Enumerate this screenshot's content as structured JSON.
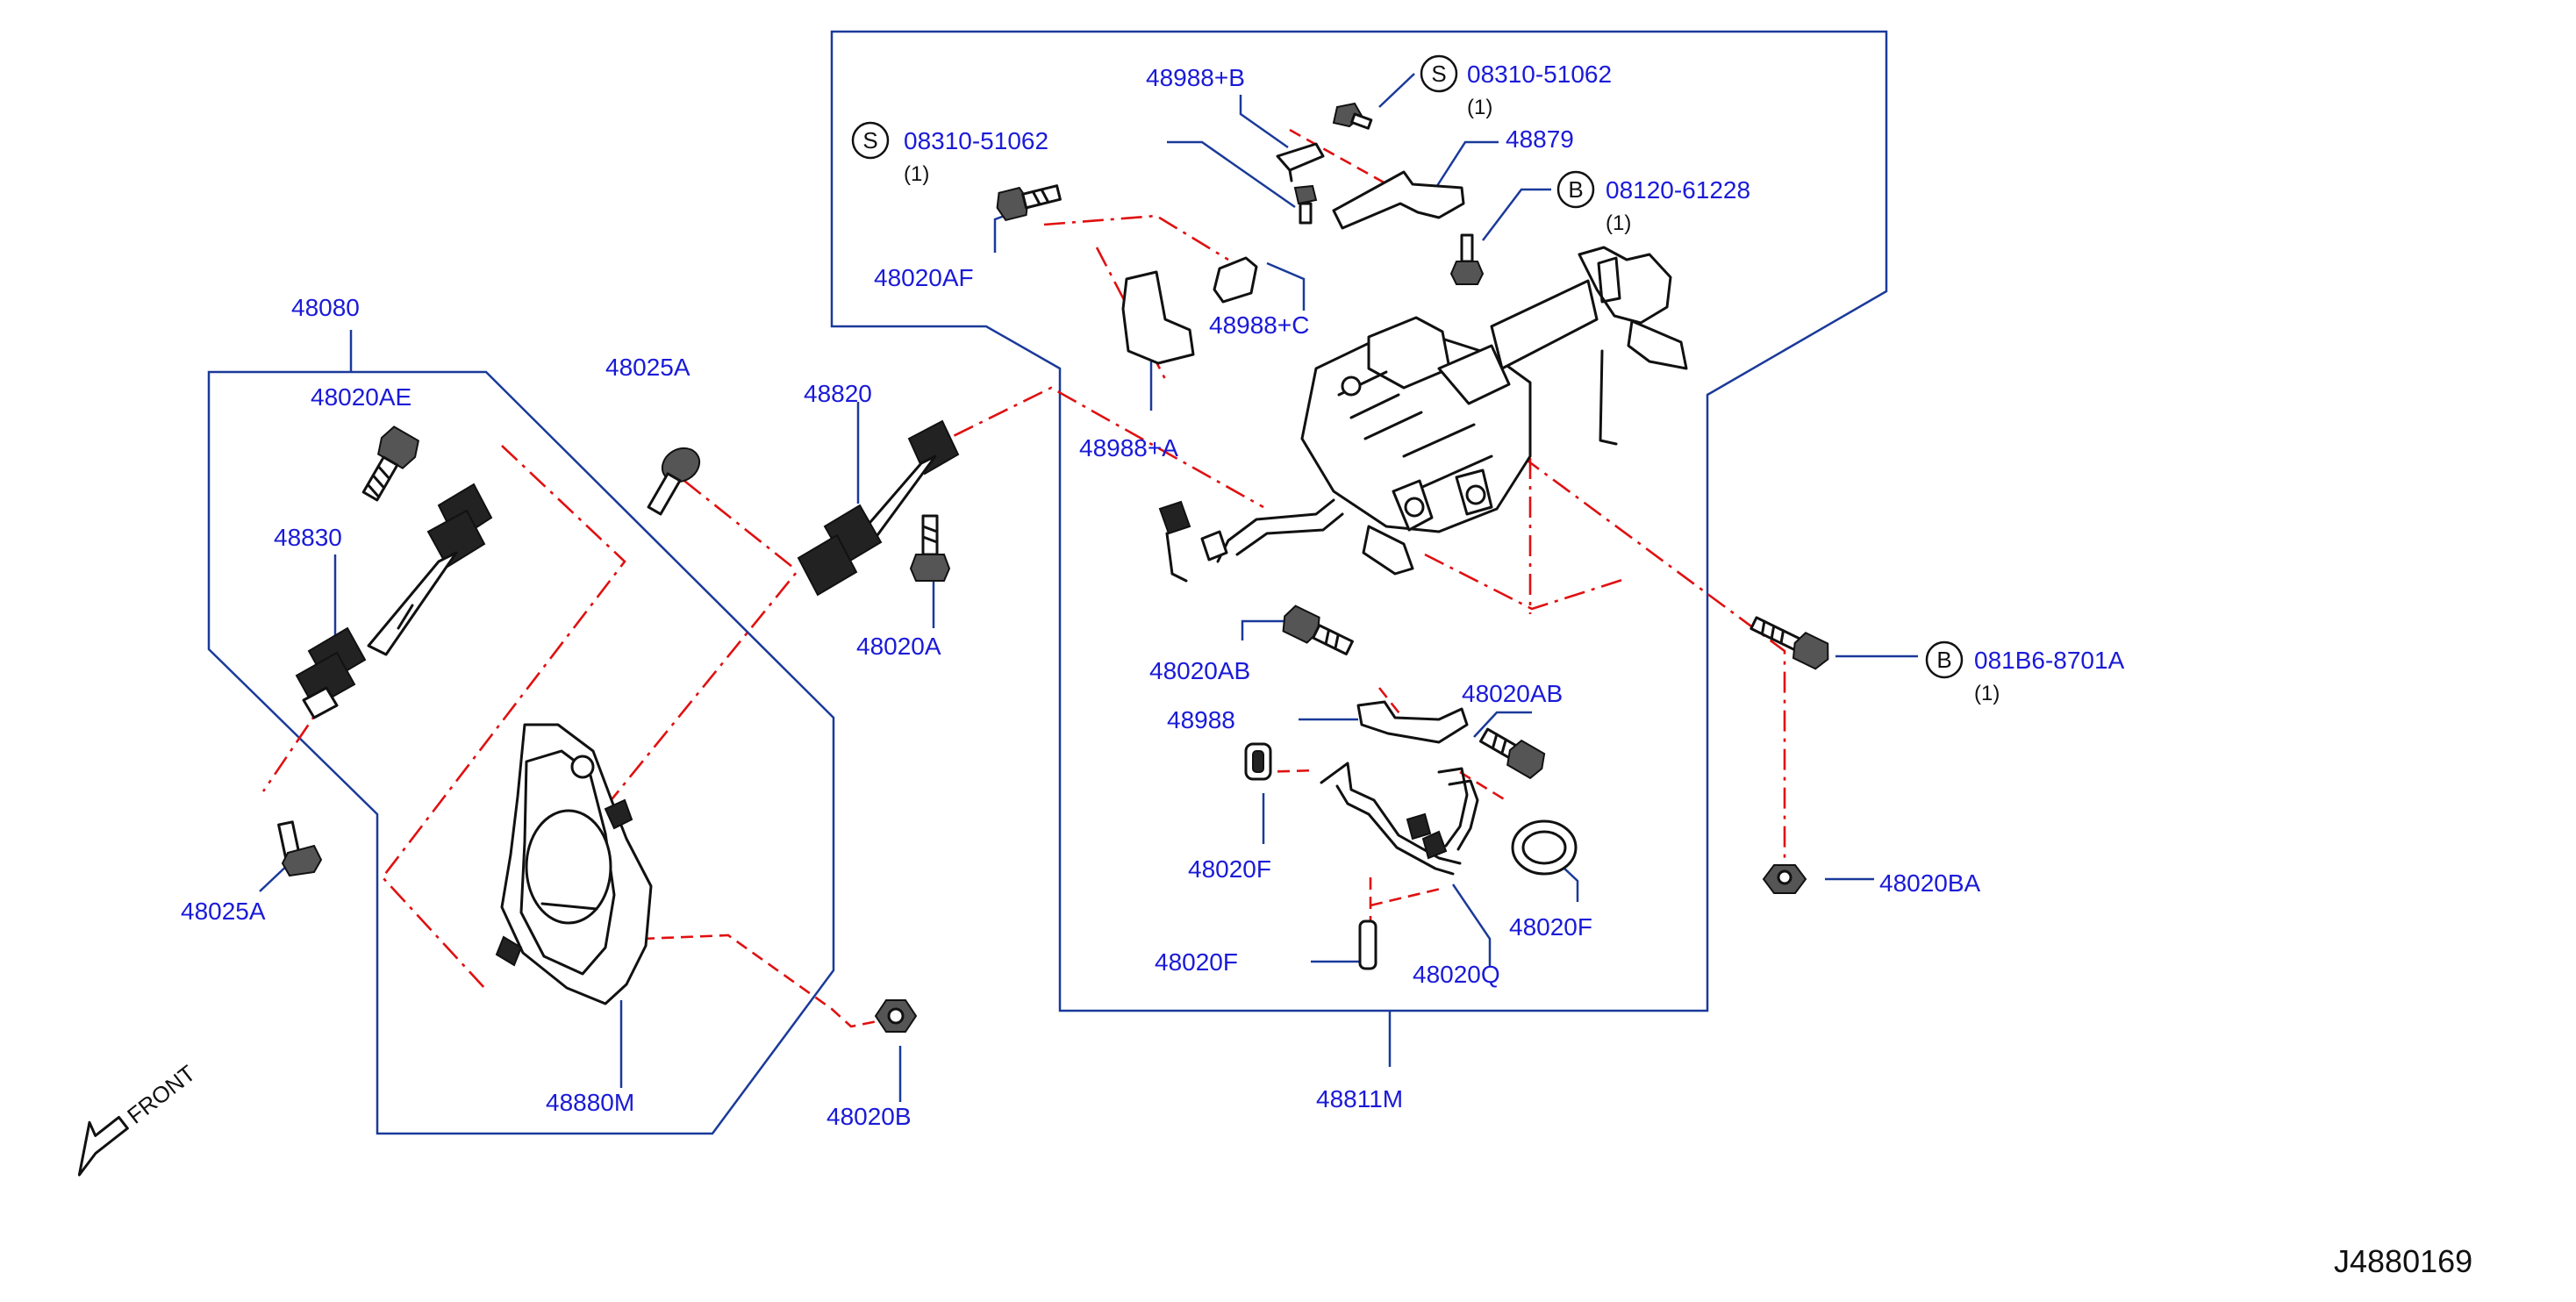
{
  "diagram_id": "J4880169",
  "direction_label": "FRONT",
  "callouts": {
    "p48080": "48080",
    "p48020AE": "48020AE",
    "p48830": "48830",
    "p48025A_top": "48025A",
    "p48025A_bottom": "48025A",
    "p48820": "48820",
    "p48020A": "48020A",
    "p48880M": "48880M",
    "p48020B": "48020B",
    "p48988B": "48988+B",
    "s1_part": "08310-51062",
    "s1_qty": "(1)",
    "s2_part": "08310-51062",
    "s2_qty": "(1)",
    "p48879": "48879",
    "b1_part": "08120-61228",
    "b1_qty": "(1)",
    "p48020AF": "48020AF",
    "p48988C": "48988+C",
    "p48988A": "48988+A",
    "p48020AB_left": "48020AB",
    "p48020AB_right": "48020AB",
    "p48988": "48988",
    "p48020F_left": "48020F",
    "p48020F_right": "48020F",
    "p48020F_bottom": "48020F",
    "p48020Q": "48020Q",
    "p48811M": "48811M",
    "b2_part": "081B6-8701A",
    "b2_qty": "(1)",
    "p48020BA": "48020BA",
    "sym_s": "S",
    "sym_b": "B"
  },
  "colors": {
    "callout_text": "#1a1ad8",
    "leader_line": "#1a3a9a",
    "assembly_line": "#e01010",
    "part_drawing": "#111111"
  }
}
